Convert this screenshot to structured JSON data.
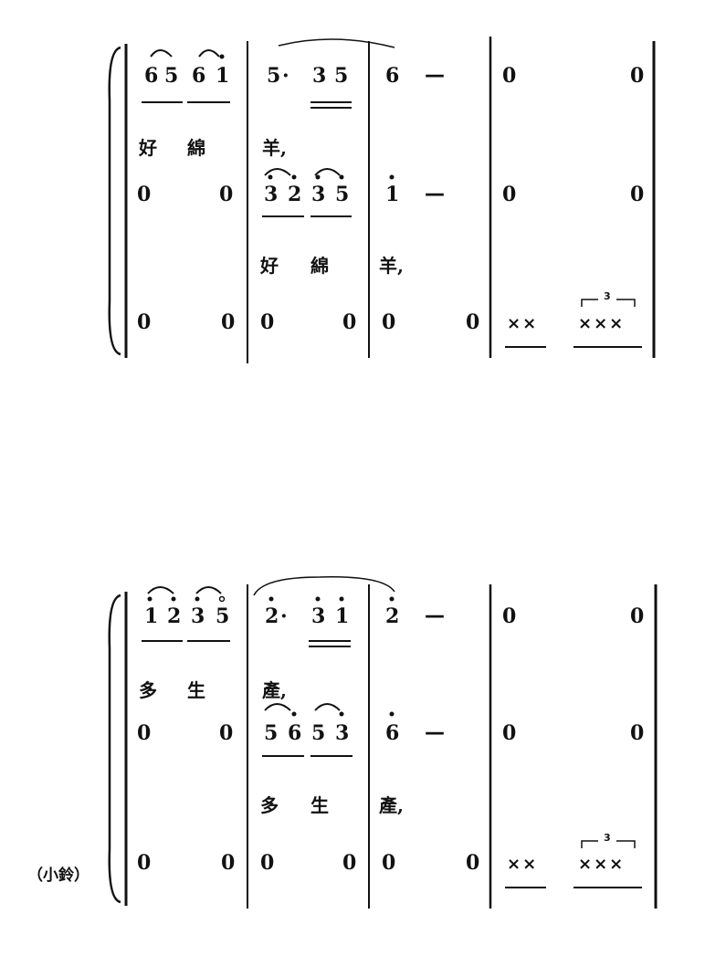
{
  "systems": [
    {
      "instrument": "",
      "melody": {
        "m1": [
          "6",
          "5",
          "6",
          "1"
        ],
        "m2": [
          "5",
          "·",
          "3",
          "5"
        ],
        "m3": [
          "6",
          "—"
        ],
        "m4": [
          "0",
          "0"
        ]
      },
      "lyric1": [
        "好",
        "綿",
        "羊,"
      ],
      "harmony": {
        "m1": [
          "0",
          "0"
        ],
        "m2": [
          "3",
          "2",
          "3",
          "5"
        ],
        "m3": [
          "1",
          "—"
        ],
        "m4": [
          "0",
          "0"
        ]
      },
      "lyric2": [
        "好",
        "綿",
        "羊,"
      ],
      "percussion": {
        "m1": [
          "0",
          "0"
        ],
        "m2": [
          "0",
          "0"
        ],
        "m3": [
          "0",
          "0"
        ],
        "m4": [
          "××",
          "×××"
        ],
        "triplet": "3"
      }
    },
    {
      "instrument": "（小鈴）",
      "melody": {
        "m1": [
          "1",
          "2",
          "3",
          "5"
        ],
        "m2": [
          "2",
          "·",
          "3",
          "1"
        ],
        "m3": [
          "2",
          "—"
        ],
        "m4": [
          "0",
          "0"
        ]
      },
      "lyric1": [
        "多",
        "生",
        "產,"
      ],
      "harmony": {
        "m1": [
          "0",
          "0"
        ],
        "m2": [
          "5",
          "6",
          "5",
          "3"
        ],
        "m3": [
          "6",
          "—"
        ],
        "m4": [
          "0",
          "0"
        ]
      },
      "lyric2": [
        "多",
        "生",
        "產,"
      ],
      "percussion": {
        "m1": [
          "0",
          "0"
        ],
        "m2": [
          "0",
          "0"
        ],
        "m3": [
          "0",
          "0"
        ],
        "m4": [
          "××",
          "×××"
        ],
        "triplet": "3"
      }
    }
  ]
}
